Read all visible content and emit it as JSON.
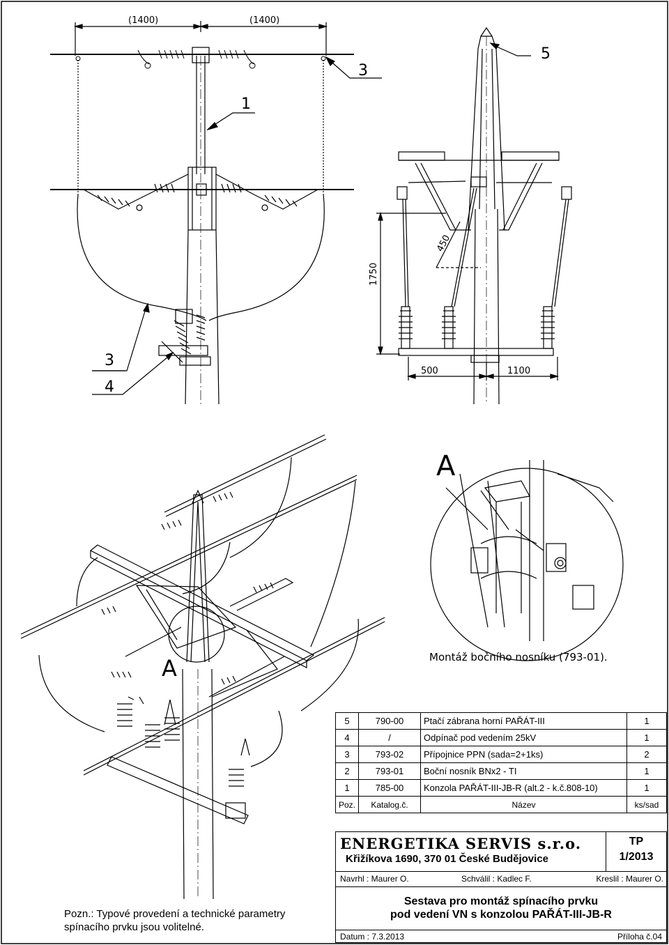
{
  "drawing": {
    "dim_top_left": "(1400)",
    "dim_top_right": "(1400)",
    "callouts_front": [
      "1",
      "3",
      "3",
      "4"
    ],
    "callouts_side": [
      "5"
    ],
    "dim_1750": "1750",
    "dim_450": "450",
    "dim_500": "500",
    "dim_1100": "1100",
    "detail_label": "A",
    "detail_label_iso": "A",
    "detail_caption": "Montáž bočního nosníku (793-01)."
  },
  "parts_table": {
    "rows": [
      {
        "poz": "5",
        "katalog": "790-00",
        "nazev": "Ptačí zábrana horní PAŘÁT-III",
        "ks": "1"
      },
      {
        "poz": "4",
        "katalog": "/",
        "nazev": "Odpínač pod vedením 25kV",
        "ks": "1"
      },
      {
        "poz": "3",
        "katalog": "793-02",
        "nazev": "Přípojnice PPN (sada=2+1ks)",
        "ks": "2"
      },
      {
        "poz": "2",
        "katalog": "793-01",
        "nazev": "Boční nosník BNx2 - TI",
        "ks": "1"
      },
      {
        "poz": "1",
        "katalog": "785-00",
        "nazev": "Konzola PAŘÁT-III-JB-R (alt.2 - k.č.808-10)",
        "ks": "1"
      }
    ],
    "header": {
      "poz": "Poz.",
      "katalog": "Katalog.č.",
      "nazev": "Název",
      "ks": "ks/sad"
    }
  },
  "title_block": {
    "company": "ENERGETIKA SERVIS s.r.o.",
    "address": "Křižíkova 1690, 370 01 České Budějovice",
    "doc_code": "TP",
    "doc_number": "1/2013",
    "navrhl": "Navrhl : Maurer O.",
    "schvalil": "Schválil : Kadlec F.",
    "kreslil": "Kreslil  : Maurer O.",
    "title_line1": "Sestava pro montáž spínacího prvku",
    "title_line2": "pod vedení VN s konzolou PAŘÁT-III-JB-R",
    "datum": "Datum : 7.3.2013",
    "priloha": "Příloha č.04"
  },
  "note": {
    "line1": "Pozn.: Typové provedení a technické parametry",
    "line2": "spínacího prvku jsou volitelné."
  }
}
